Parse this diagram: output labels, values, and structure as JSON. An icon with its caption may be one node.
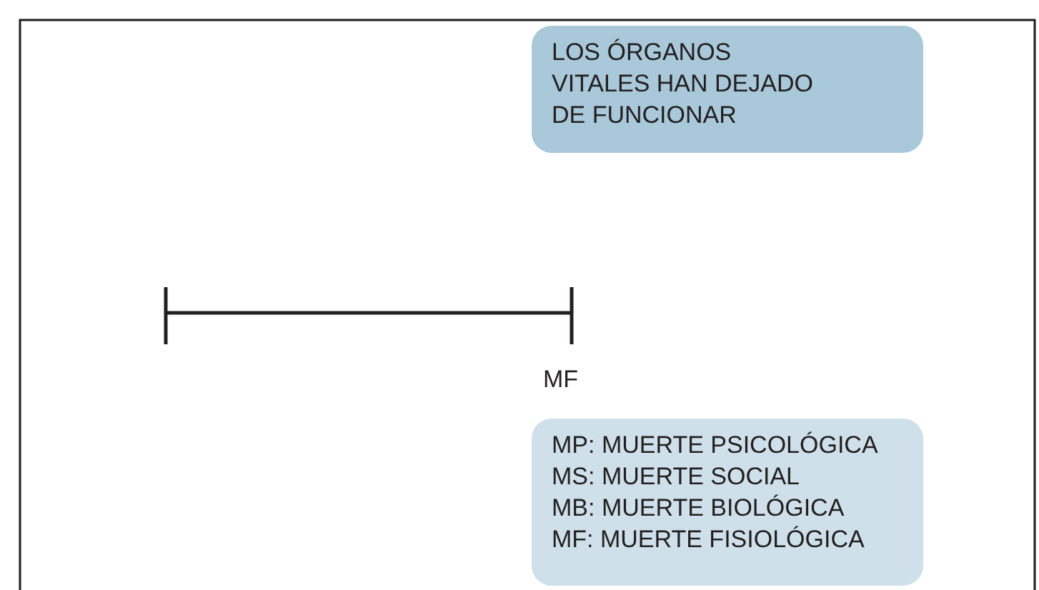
{
  "diagram": {
    "nodes": [
      {
        "text": [
          "LOS ÓRGANOS VITALES HAN DEJADO DE FUNCIONAR"
        ]
      },
      {
        "text": [
          "MP: MUERTE PSICOLÓGICA",
          "MS: MUERTE SOCIAL",
          "MB: MUERTE BIOLÓGICA",
          "MF: MUERTE FISIOLÓGICA"
        ]
      }
    ],
    "edges": [],
    "labels": [
      "MF"
    ]
  }
}
